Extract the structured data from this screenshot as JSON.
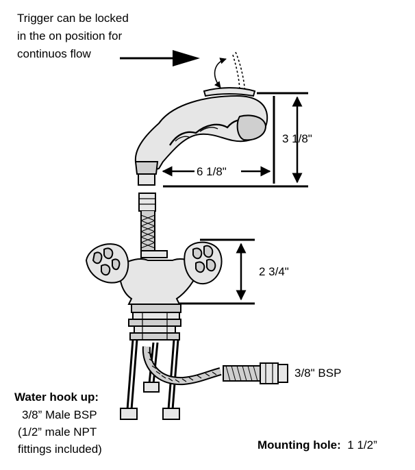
{
  "callouts": {
    "trigger_note": [
      "Trigger can be locked",
      "in the on position for",
      "continuos flow"
    ]
  },
  "dimensions": {
    "head_height": "3 1/8\"",
    "head_length": "6 1/8\"",
    "body_height": "2 3/4\"",
    "hose_fitting": "3/8\" BSP"
  },
  "water_hookup": {
    "title": "Water hook up:",
    "lines": [
      "3/8” Male BSP",
      "(1/2” male NPT",
      "fittings included)"
    ]
  },
  "mounting": {
    "label": "Mounting hole:",
    "value": "1 1/2”"
  },
  "colors": {
    "ink": "#000000",
    "fill_light": "#e6e6e6",
    "fill_mid": "#cfcfcf",
    "paper": "#ffffff"
  }
}
